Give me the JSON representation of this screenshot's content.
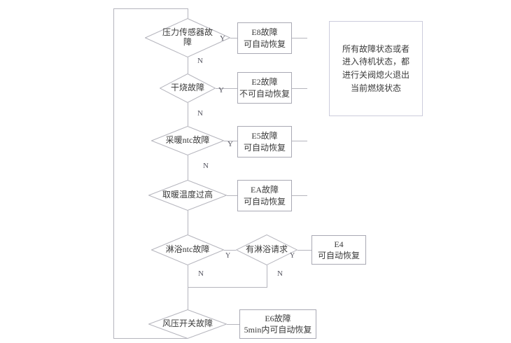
{
  "diagram": {
    "title_note": {
      "text": "所有故障状态或者\n进入待机状态，都\n进行关阀熄火退出\n当前燃烧状态"
    },
    "decisions": [
      {
        "id": "pressure-sensor-fault",
        "label": "压力传感器故\n障",
        "yes_label": "Y",
        "no_label": "N"
      },
      {
        "id": "dry-burn-fault",
        "label": "干烧故障",
        "yes_label": "Y",
        "no_label": "N"
      },
      {
        "id": "heating-ntc-fault",
        "label": "采暖ntc故障",
        "yes_label": "Y",
        "no_label": "N"
      },
      {
        "id": "heating-overtemp",
        "label": "取暖温度过高",
        "yes_label": "",
        "no_label": ""
      },
      {
        "id": "shower-ntc-fault",
        "label": "淋浴ntc故障",
        "yes_label": "Y",
        "no_label": "N"
      },
      {
        "id": "shower-request",
        "label": "有淋浴请求",
        "yes_label": "Y",
        "no_label": "N"
      },
      {
        "id": "air-pressure-switch-fault",
        "label": "风压开关故障",
        "yes_label": "",
        "no_label": ""
      }
    ],
    "results": [
      {
        "id": "e8",
        "code": "E8故障",
        "recovery": "可自动恢复"
      },
      {
        "id": "e2",
        "code": "E2故障",
        "recovery": "不可自动恢复"
      },
      {
        "id": "e5",
        "code": "E5故障",
        "recovery": "可自动恢复"
      },
      {
        "id": "ea",
        "code": "EA故障",
        "recovery": "可自动恢复"
      },
      {
        "id": "e4",
        "code": "E4",
        "recovery": "可自动恢复"
      },
      {
        "id": "e6",
        "code": "E6故障",
        "recovery": "5min内可自动恢复"
      }
    ],
    "colors": {
      "line": "#b5b5bd",
      "box_border": "#a9a9b4",
      "note_border": "#ccccdc",
      "text": "#3a3a3a",
      "branch_label": "#555560",
      "background": "#ffffff"
    }
  }
}
